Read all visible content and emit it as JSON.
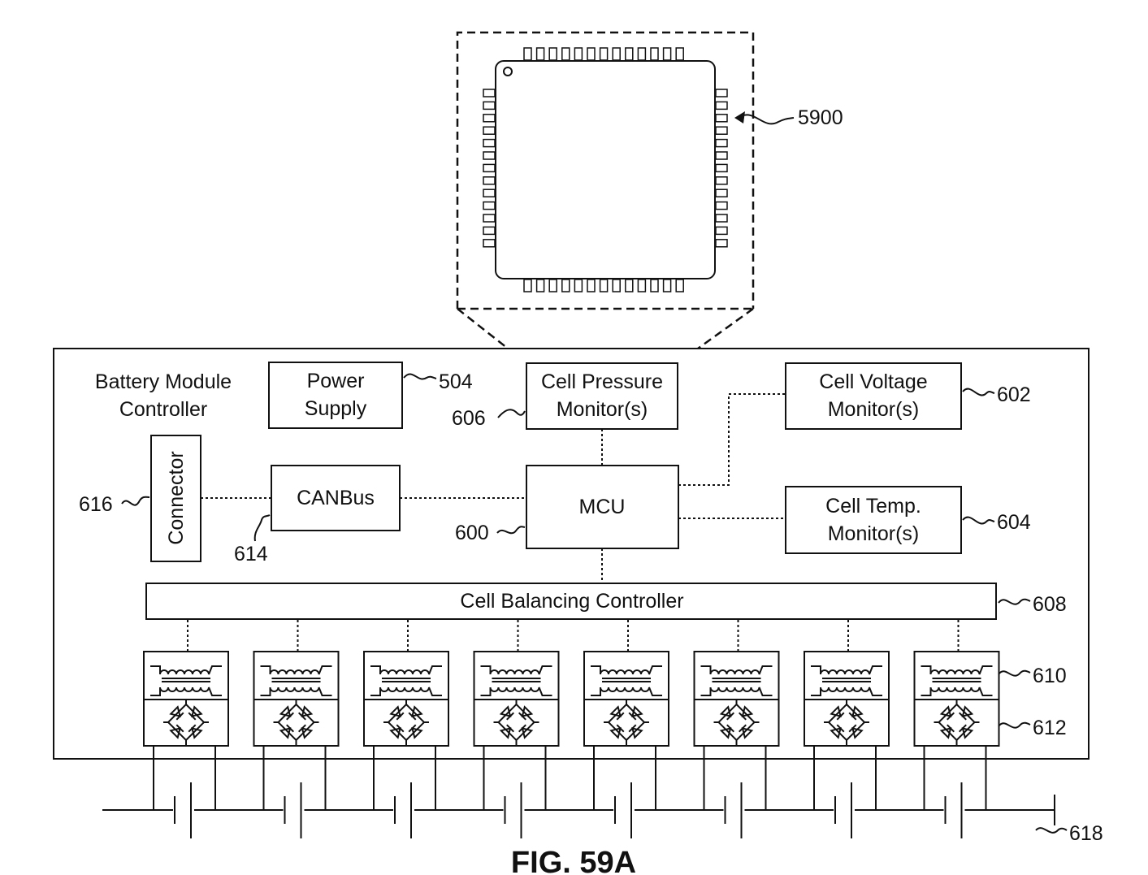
{
  "module": {
    "title_line1": "Battery Module",
    "title_line2": "Controller"
  },
  "blocks": {
    "power_supply": {
      "line1": "Power",
      "line2": "Supply",
      "ref": "504"
    },
    "cell_pressure": {
      "line1": "Cell Pressure",
      "line2": "Monitor(s)",
      "ref": "606"
    },
    "cell_voltage": {
      "line1": "Cell Voltage",
      "line2": "Monitor(s)",
      "ref": "602"
    },
    "cell_temp": {
      "line1": "Cell Temp.",
      "line2": "Monitor(s)",
      "ref": "604"
    },
    "connector": {
      "label": "Connector",
      "ref": "616"
    },
    "canbus": {
      "label": "CANBus",
      "ref": "614"
    },
    "mcu": {
      "label": "MCU",
      "ref": "600"
    },
    "cell_balancing": {
      "label": "Cell Balancing Controller",
      "ref": "608"
    }
  },
  "chip": {
    "ref": "5900"
  },
  "balancing_units": {
    "count": 8,
    "transformer_ref": "610",
    "rectifier_ref": "612"
  },
  "cell_bus": {
    "ref": "618"
  },
  "caption": "FIG. 59A"
}
